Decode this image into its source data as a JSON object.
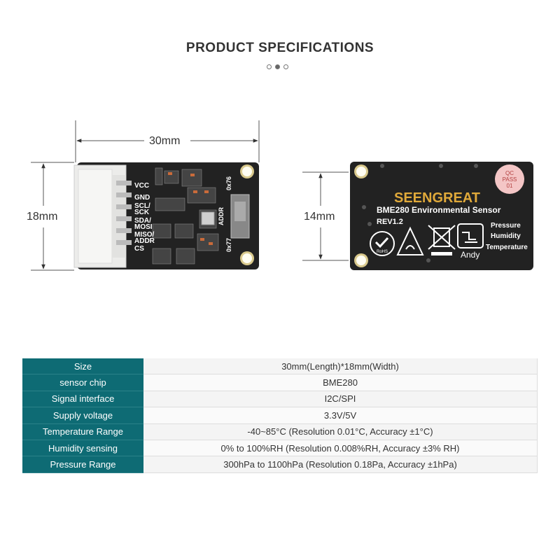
{
  "header": {
    "title": "PRODUCT SPECIFICATIONS"
  },
  "carousel": {
    "count": 3,
    "active": 2
  },
  "dimensions": {
    "length": "30mm",
    "width": "18mm",
    "hole_spacing": "14mm"
  },
  "board_front": {
    "pin_labels": [
      "VCC",
      "GND",
      "SCL/",
      "SCK",
      "SDA/",
      "MOSI",
      "MISO/",
      "ADDR",
      "CS"
    ],
    "side_labels": [
      "ADDR",
      "0x76",
      "0x77"
    ]
  },
  "board_back": {
    "brand": "SEENGREAT",
    "product": "BME280 Environmental Sensor",
    "revision": "REV1.2",
    "features": [
      "Pressure",
      "Humidity",
      "Temperature"
    ],
    "rohs": "RoHS",
    "signature": "Andy",
    "qc_stamp": [
      "QC",
      "PASS",
      "01"
    ]
  },
  "specs": [
    {
      "key": "Size",
      "value": "30mm(Length)*18mm(Width)"
    },
    {
      "key": "sensor chip",
      "value": "BME280"
    },
    {
      "key": "Signal interface",
      "value": "I2C/SPI"
    },
    {
      "key": "Supply voltage",
      "value": "3.3V/5V"
    },
    {
      "key": "Temperature Range",
      "value": "-40~85°C (Resolution 0.01°C, Accuracy ±1°C)"
    },
    {
      "key": "Humidity sensing",
      "value": "0% to 100%RH (Resolution 0.008%RH, Accuracy ±3% RH)"
    },
    {
      "key": "Pressure Range",
      "value": "300hPa to 1100hPa (Resolution 0.18Pa, Accuracy ±1hPa)"
    }
  ],
  "colors": {
    "table_header": "#0e6b74",
    "pcb": "#222222",
    "brand_gold": "#e0a93a"
  }
}
